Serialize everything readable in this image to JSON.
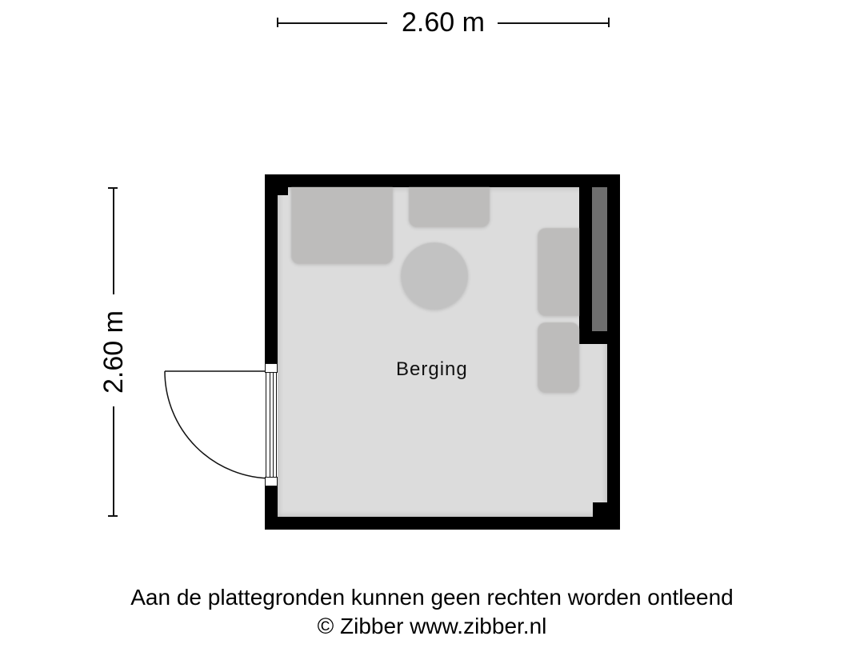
{
  "dimensions": {
    "width_label": "2.60 m",
    "height_label": "2.60 m"
  },
  "room": {
    "name": "Berging",
    "wall_color": "#000000",
    "floor_color": "#dcdcdc",
    "furniture_color": "#bdbcbb"
  },
  "footer": {
    "disclaimer": "Aan de plattegronden kunnen geen rechten worden ontleend",
    "copyright": "© Zibber www.zibber.nl"
  }
}
